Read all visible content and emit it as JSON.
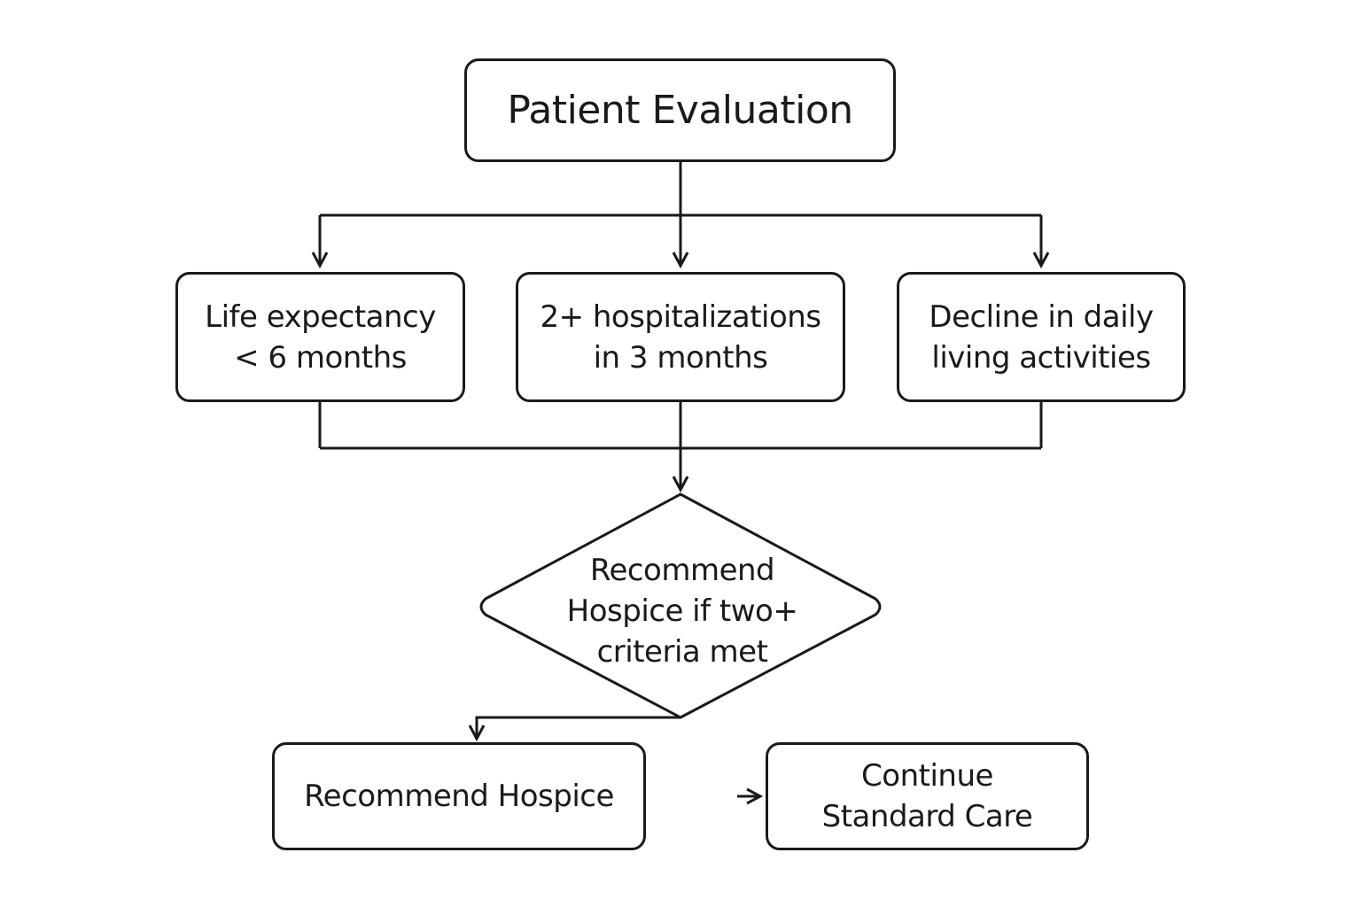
{
  "diagram": {
    "nodes": {
      "root": {
        "label": "Patient Evaluation"
      },
      "life_expectancy": {
        "label": "Life expectancy\n< 6 months"
      },
      "hospitalizations": {
        "label": "2+ hospitalizations\nin 3 months"
      },
      "decline": {
        "label": "Decline in daily\nliving activities"
      },
      "decision": {
        "label": "Recommend\nHospice if two+\ncriteria met"
      },
      "recommend_hospice": {
        "label": "Recommend Hospice"
      },
      "continue_care": {
        "label": "Continue\nStandard Care"
      }
    },
    "colors": {
      "stroke": "#1a1a1a",
      "background": "#ffffff"
    }
  }
}
